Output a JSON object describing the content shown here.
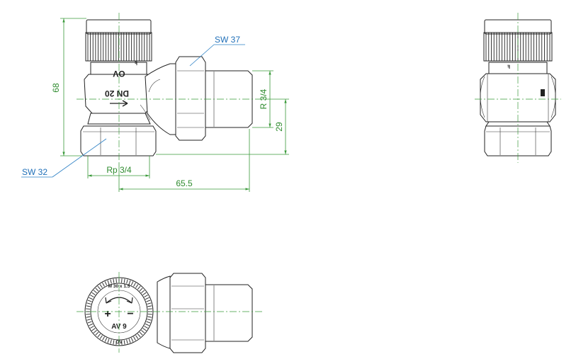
{
  "dimensions": {
    "height_total": "68",
    "thread_r": "R 3/4",
    "height_axis": "29",
    "thread_rp": "Rp 3/4",
    "length": "65.5"
  },
  "callouts": {
    "wrench_upper": "SW 37",
    "wrench_lower": "SW 32"
  },
  "body_markings": {
    "ov": "OV",
    "dn": "DN 20",
    "m_thread": "M 30 x 1.5",
    "plus": "+",
    "minus": "−",
    "model": "AV 9",
    "ov_bottom": "OV"
  }
}
